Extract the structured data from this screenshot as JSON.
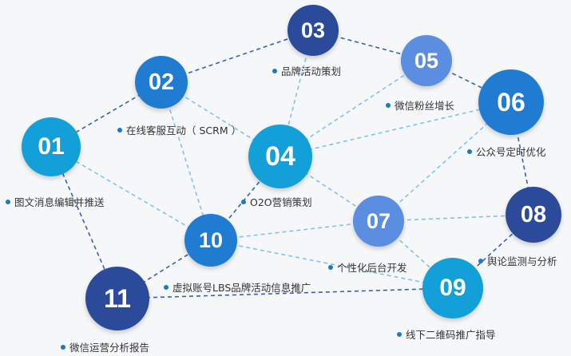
{
  "colors": {
    "navy": "#2c4a9a",
    "blue": "#1f7cd0",
    "cyan": "#139fd8",
    "sky": "#5b8de0",
    "line_light": "#7fc3e8",
    "line_dark": "#3a5fb0",
    "bullet": "#1a7bc4"
  },
  "nodes": [
    {
      "id": "01",
      "label": "01",
      "caption": "图文消息编辑并推送"
    },
    {
      "id": "02",
      "label": "02",
      "caption": "在线客服互动（ SCRM ）"
    },
    {
      "id": "03",
      "label": "03",
      "caption": "品牌活动策划"
    },
    {
      "id": "04",
      "label": "04",
      "caption": "O2O营销策划"
    },
    {
      "id": "05",
      "label": "05",
      "caption": "微信粉丝增长"
    },
    {
      "id": "06",
      "label": "06",
      "caption": "公众号定时优化"
    },
    {
      "id": "07",
      "label": "07",
      "caption": "个性化后台开发"
    },
    {
      "id": "08",
      "label": "08",
      "caption": "舆论监测与分析"
    },
    {
      "id": "09",
      "label": "09",
      "caption": "线下二维码推广指导"
    },
    {
      "id": "10",
      "label": "10",
      "caption": "虚拟账号LBS品牌活动信息推广"
    },
    {
      "id": "11",
      "label": "11",
      "caption": "微信运营分析报告"
    }
  ]
}
